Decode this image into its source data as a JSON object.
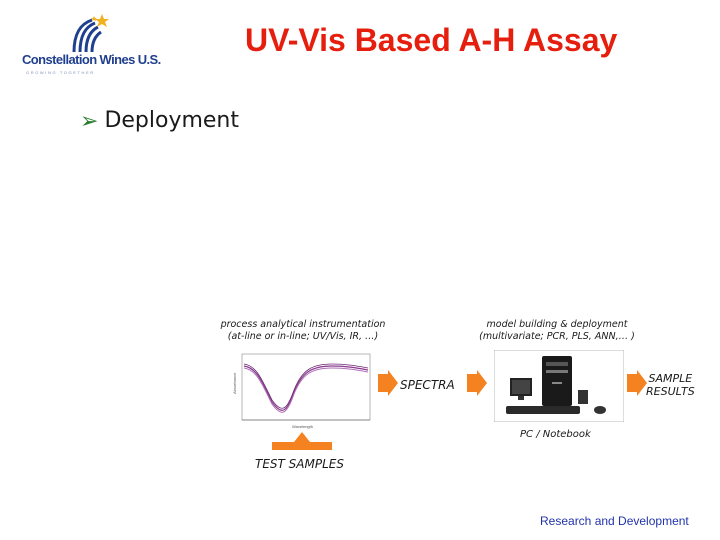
{
  "header": {
    "logo_text": "Constellation Wines U.S.",
    "logo_tagline": "GROWING TOGETHER",
    "title": "UV-Vis Based A-H Assay"
  },
  "bullet": {
    "text": "Deployment"
  },
  "diagram": {
    "instrument_caption_line1": "process analytical instrumentation",
    "instrument_caption_line2": "(at-line or in-line; UV/Vis, IR, …)",
    "model_caption_line1": "model building & deployment",
    "model_caption_line2": "(multivariate; PCR, PLS, ANN,… )",
    "spectra_label": "SPECTRA",
    "results_label_line1": "SAMPLE",
    "results_label_line2": "RESULTS",
    "pc_label": "PC / Notebook",
    "test_samples_label": "TEST SAMPLES"
  },
  "footer": {
    "text": "Research and Development"
  },
  "colors": {
    "title": "#e61e0e",
    "arrow": "#f58220",
    "bullet": "#2a7d2e",
    "footer": "#2233aa",
    "logo": "#1f3f8f"
  }
}
